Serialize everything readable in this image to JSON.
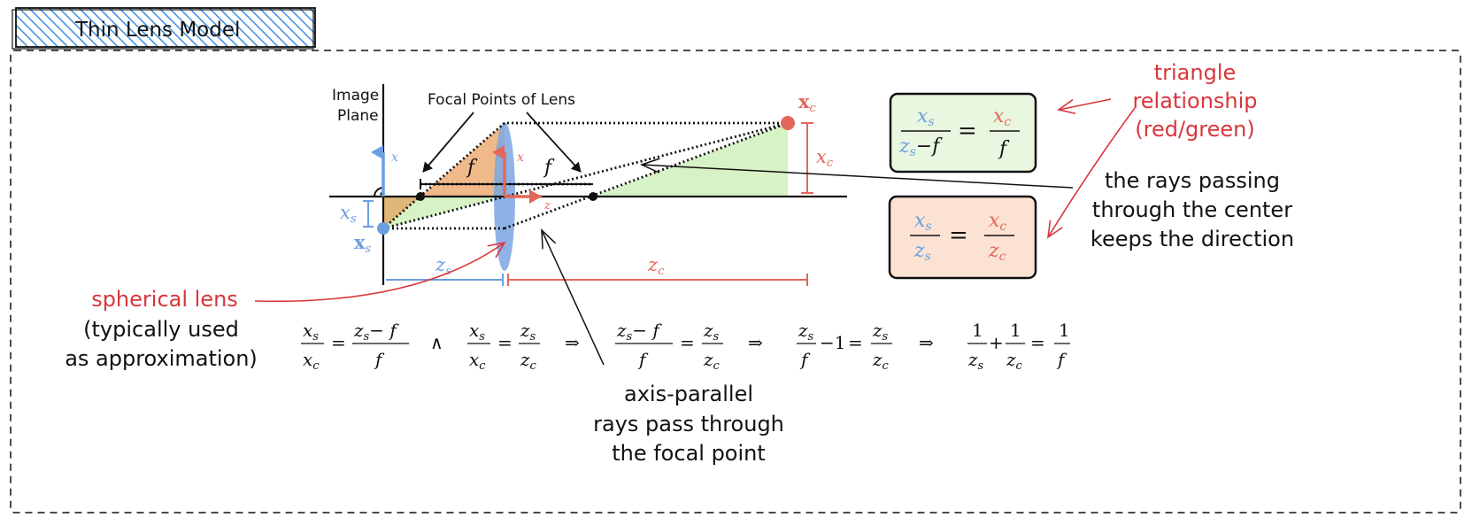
{
  "title": "Thin Lens Model",
  "colors": {
    "blue": "#6b9fe0",
    "red": "#e2675a",
    "green_fill": "#d7f2c4",
    "orange_fill": "#efb98a",
    "box1_fill": "#eaf7e0",
    "box2_fill": "#fbe2d3",
    "annotation_red": "#d8363a",
    "title_hatch": "#3b8ee0"
  },
  "diagram": {
    "image_plane_label_1": "Image",
    "image_plane_label_2": "Plane",
    "focal_points_label": "Focal Points of Lens",
    "f_label": "f",
    "x_axis_label": "x",
    "z_axis_label": "z",
    "xs_bold": "x",
    "xs_sub": "s",
    "xs_italic": "x",
    "xc_bold": "x",
    "xc_sub": "c",
    "xc_italic": "x",
    "zs_label": "z",
    "zs_sub": "s",
    "zc_label": "z",
    "zc_sub": "c"
  },
  "boxes": {
    "box1": {
      "lhs_num": "x",
      "lhs_num_sub": "s",
      "lhs_den": "z",
      "lhs_den_sub": "s",
      "lhs_den_rest": "−f",
      "eq": "=",
      "rhs_num": "x",
      "rhs_num_sub": "c",
      "rhs_den": "f"
    },
    "box2": {
      "lhs_num": "x",
      "lhs_num_sub": "s",
      "lhs_den": "z",
      "lhs_den_sub": "s",
      "eq": "=",
      "rhs_num": "x",
      "rhs_num_sub": "c",
      "rhs_den": "z",
      "rhs_den_sub": "c"
    }
  },
  "annotations": {
    "triangle_1": "triangle",
    "triangle_2": "relationship",
    "triangle_3": "(red/green)",
    "rays_1": "the rays passing",
    "rays_2": "through the center",
    "rays_3": "keeps the direction",
    "lens_1": "spherical lens",
    "lens_2": "(typically used",
    "lens_3": "as approximation)",
    "axis_1": "axis-parallel",
    "axis_2": "rays pass through",
    "axis_3": "the focal point"
  },
  "equations": {
    "and": "∧",
    "implies": "⇒",
    "eq": "=",
    "minus_f": "− f",
    "f": "f",
    "x": "x",
    "z": "z",
    "s": "s",
    "c": "c",
    "minus_one": "−1",
    "one": "1",
    "plus": "+"
  }
}
